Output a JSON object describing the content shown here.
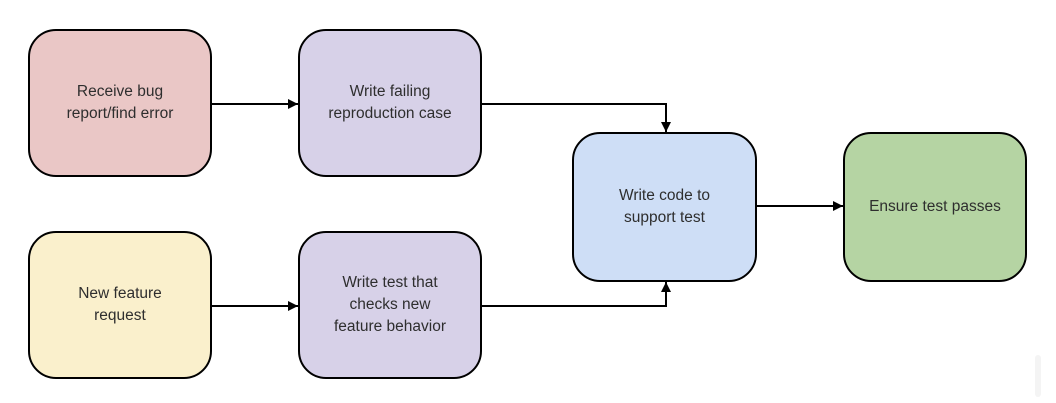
{
  "diagram": {
    "type": "flowchart",
    "stroke_color": "#000000",
    "text_color": "#2e2e2e",
    "background_color": "#ffffff",
    "nodes": [
      {
        "id": "receive-bug",
        "label": "Receive bug\nreport/find error",
        "fill": "#EAC7C6"
      },
      {
        "id": "write-failing-repro",
        "label": "Write failing\nreproduction case",
        "fill": "#D7D1E8"
      },
      {
        "id": "new-feature-request",
        "label": "New feature\nrequest",
        "fill": "#FAF0CC"
      },
      {
        "id": "write-test",
        "label": "Write test that\nchecks new\nfeature behavior",
        "fill": "#D7D1E8"
      },
      {
        "id": "write-code",
        "label": "Write code to\nsupport test",
        "fill": "#CEDEF6"
      },
      {
        "id": "ensure-pass",
        "label": "Ensure test passes",
        "fill": "#B5D4A3"
      }
    ],
    "edges": [
      {
        "from": "receive-bug",
        "to": "write-failing-repro"
      },
      {
        "from": "new-feature-request",
        "to": "write-test"
      },
      {
        "from": "write-failing-repro",
        "to": "write-code"
      },
      {
        "from": "write-test",
        "to": "write-code"
      },
      {
        "from": "write-code",
        "to": "ensure-pass"
      }
    ]
  }
}
